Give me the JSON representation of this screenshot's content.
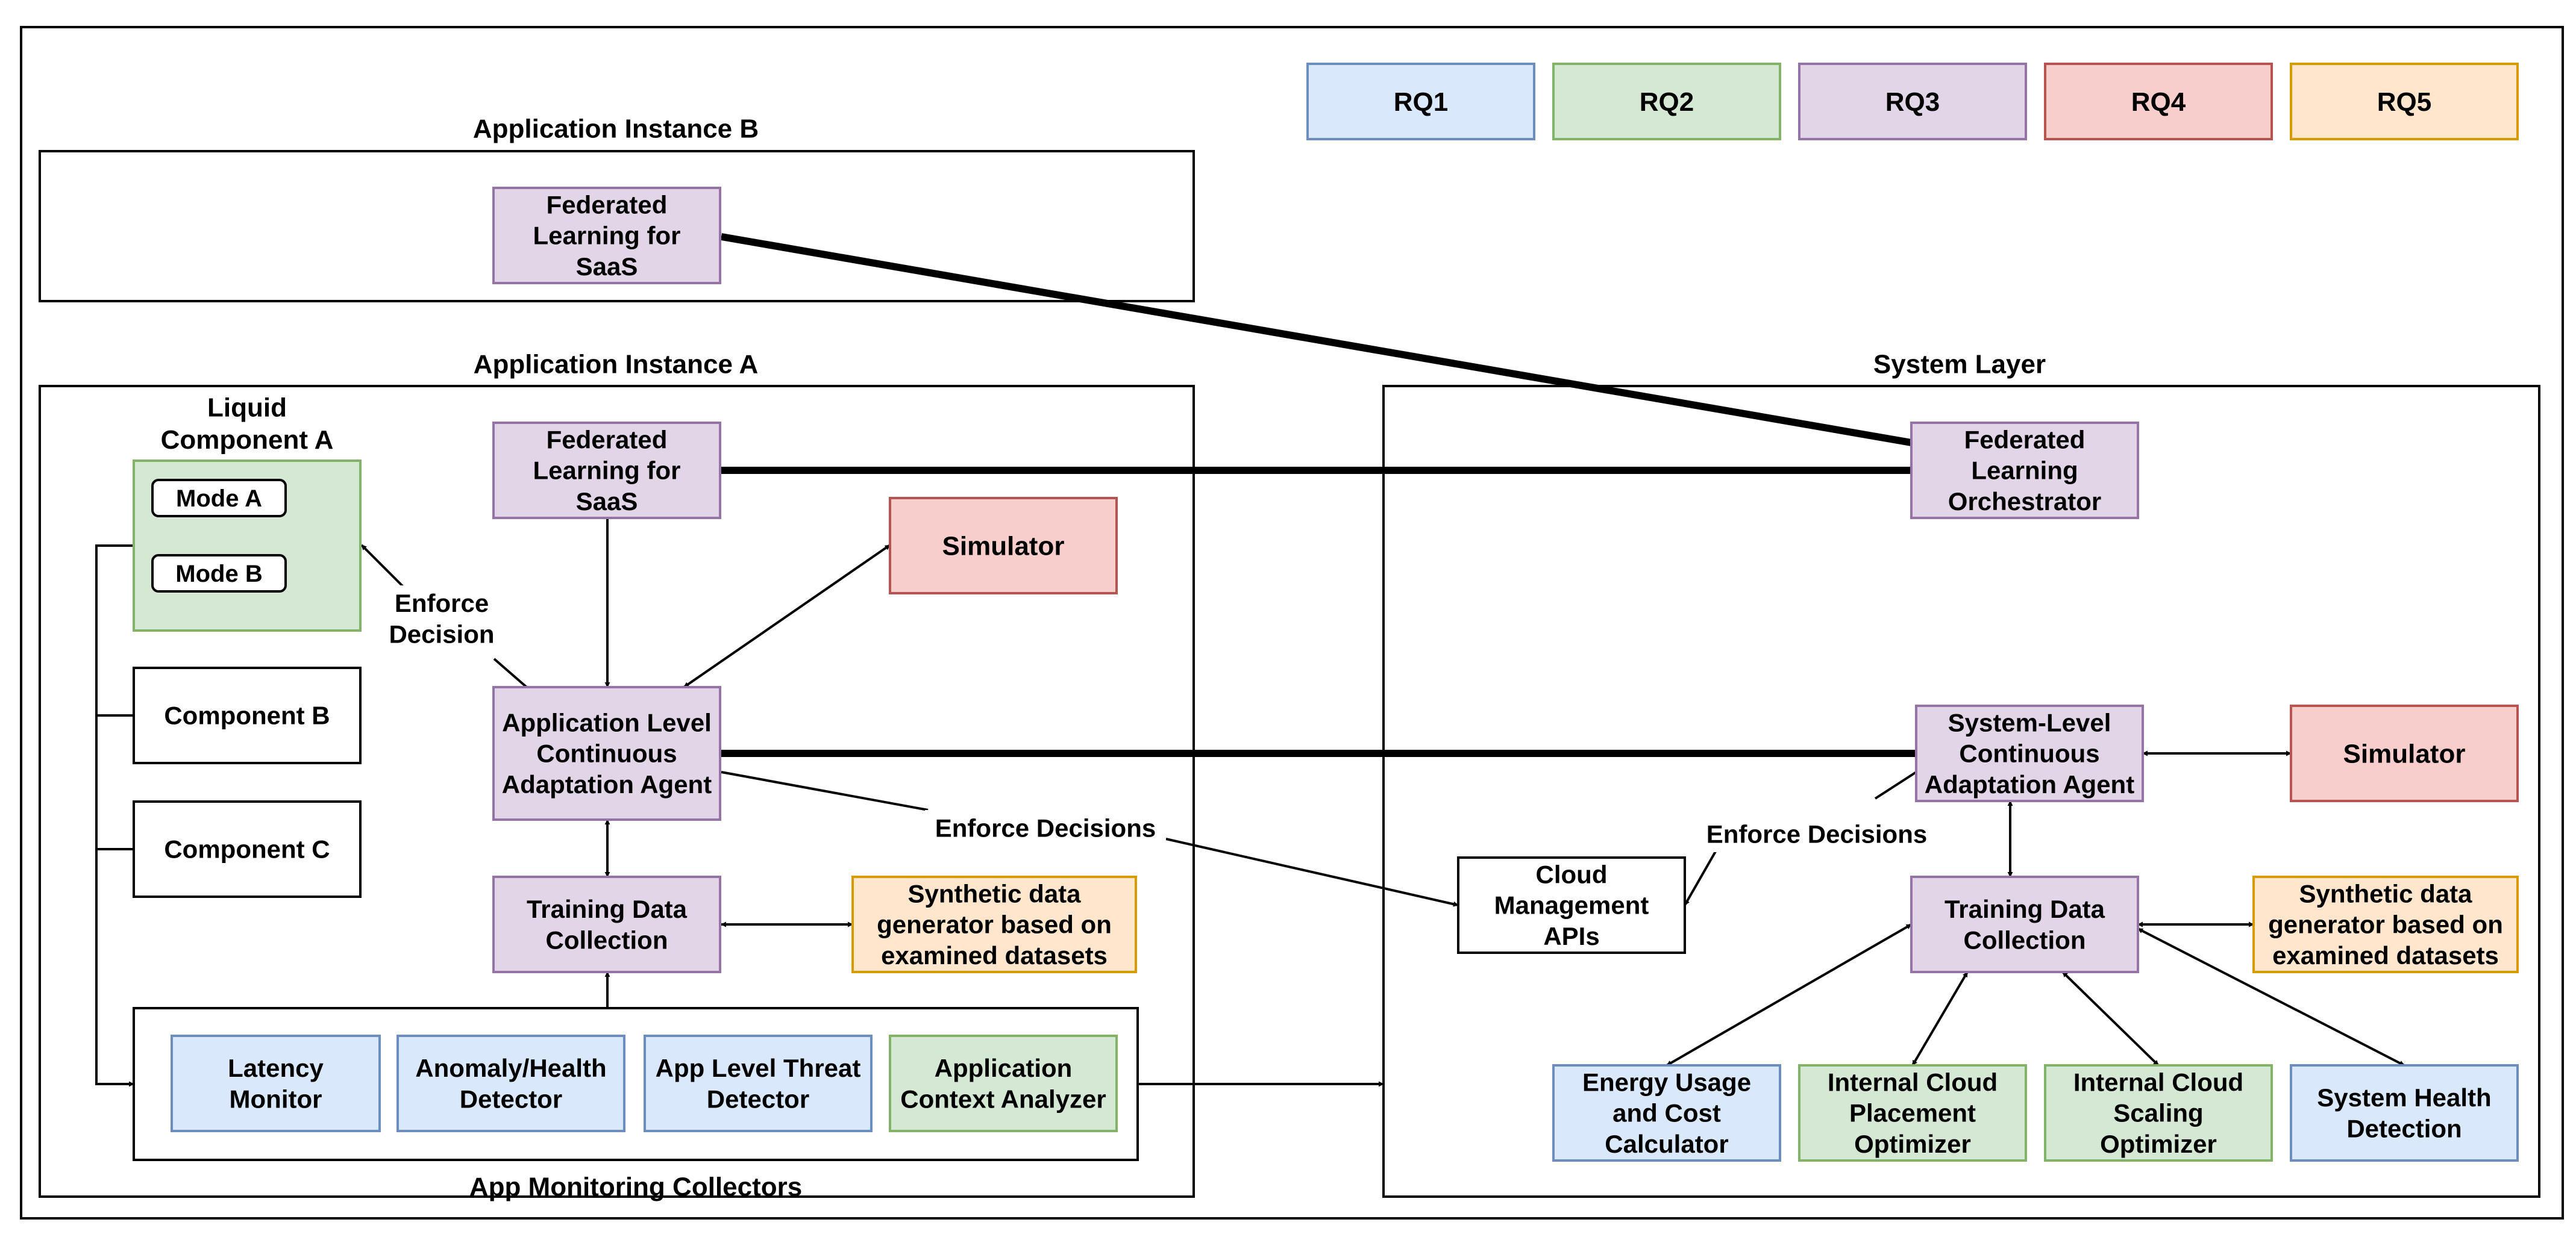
{
  "colors": {
    "rq1": {
      "fill": "#dae8fc",
      "stroke": "#6c8ebf"
    },
    "rq2": {
      "fill": "#d5e8d4",
      "stroke": "#82b366"
    },
    "rq3": {
      "fill": "#e1d5e7",
      "stroke": "#9673a6"
    },
    "rq4": {
      "fill": "#f8cecc",
      "stroke": "#b85450"
    },
    "rq5": {
      "fill": "#ffe6cc",
      "stroke": "#d79b00"
    },
    "plain": {
      "fill": "#ffffff",
      "stroke": "#000000"
    }
  },
  "legend": [
    "RQ1",
    "RQ2",
    "RQ3",
    "RQ4",
    "RQ5"
  ],
  "groups": {
    "instance_b": "Application Instance B",
    "instance_a": "Application Instance A",
    "system_layer": "System Layer",
    "app_monitoring": "App Monitoring Collectors",
    "liquid_component": [
      "Liquid",
      "Component A"
    ]
  },
  "instance_b": {
    "federated": [
      "Federated",
      "Learning for",
      "SaaS"
    ]
  },
  "instance_a": {
    "mode_a": "Mode A",
    "mode_b": "Mode B",
    "component_b": "Component B",
    "component_c": "Component C",
    "federated": [
      "Federated",
      "Learning for",
      "SaaS"
    ],
    "simulator": "Simulator",
    "agent": [
      "Application Level",
      "Continuous",
      "Adaptation Agent"
    ],
    "training": [
      "Training Data",
      "Collection"
    ],
    "synthetic": [
      "Synthetic data",
      "generator based on",
      "examined datasets"
    ],
    "latency": [
      "Latency",
      "Monitor"
    ],
    "anomaly": [
      "Anomaly/Health",
      "Detector"
    ],
    "threat": [
      "App Level Threat",
      "Detector"
    ],
    "context": [
      "Application",
      "Context Analyzer"
    ]
  },
  "system": {
    "orchestrator": [
      "Federated",
      "Learning",
      "Orchestrator"
    ],
    "agent": [
      "System-Level",
      "Continuous",
      "Adaptation Agent"
    ],
    "simulator": "Simulator",
    "cloud_apis": [
      "Cloud",
      "Management",
      "APIs"
    ],
    "training": [
      "Training Data",
      "Collection"
    ],
    "synthetic": [
      "Synthetic data",
      "generator based on",
      "examined datasets"
    ],
    "energy": [
      "Energy Usage",
      "and Cost",
      "Calculator"
    ],
    "placement": [
      "Internal Cloud",
      "Placement",
      "Optimizer"
    ],
    "scaling": [
      "Internal Cloud",
      "Scaling",
      "Optimizer"
    ],
    "health": [
      "System Health",
      "Detection"
    ]
  },
  "edge_labels": {
    "enforce_decision": [
      "Enforce",
      "Decision"
    ],
    "enforce_decisions_app": "Enforce Decisions",
    "enforce_decisions_sys": "Enforce Decisions"
  }
}
